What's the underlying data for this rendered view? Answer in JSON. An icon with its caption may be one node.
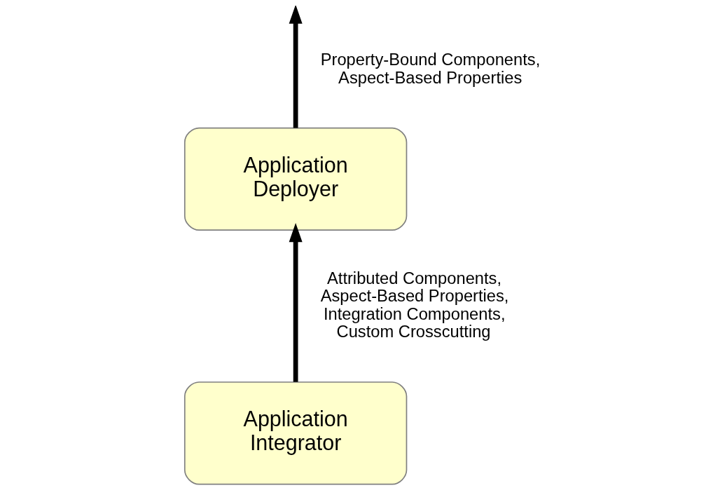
{
  "diagram": {
    "nodes": [
      {
        "text": [
          "Application Deployer"
        ]
      },
      {
        "text": [
          "Application Integrator"
        ]
      }
    ],
    "edges": [
      {
        "from": 0,
        "to": null,
        "arrow": "to",
        "label": "Property-Bound Components, Aspect-Based Properties"
      },
      {
        "from": 1,
        "to": 0,
        "arrow": "to",
        "label": "Attributed Components, Aspect-Based Properties, Integration Components, Custom Crosscutting"
      }
    ]
  }
}
